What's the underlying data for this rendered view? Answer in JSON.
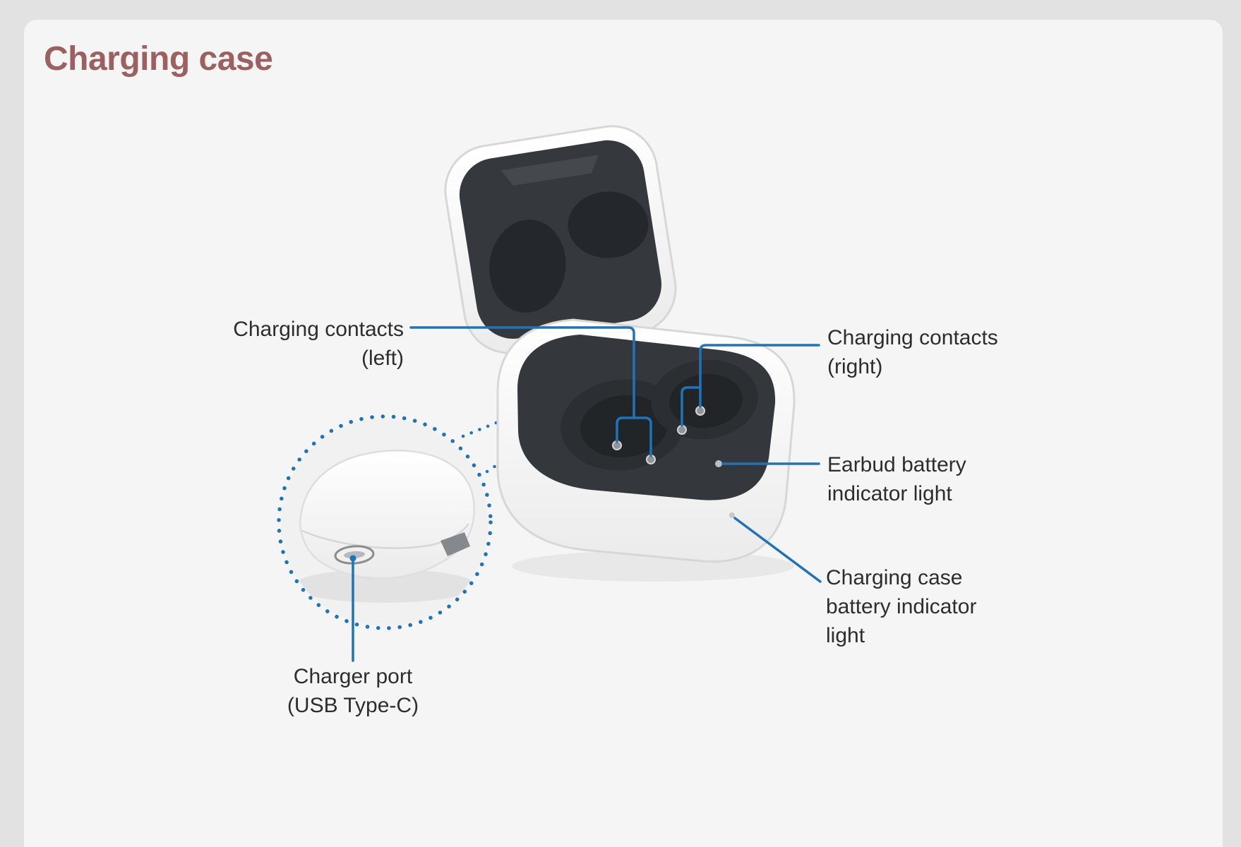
{
  "page": {
    "title": "Charging case"
  },
  "diagram": {
    "labels": {
      "contacts_left": {
        "line1": "Charging contacts",
        "line2": "(left)"
      },
      "contacts_right": {
        "line1": "Charging contacts",
        "line2": "(right)"
      },
      "earbud_indicator": {
        "line1": "Earbud battery",
        "line2": "indicator light"
      },
      "case_indicator": {
        "line1": "Charging case",
        "line2": "battery indicator",
        "line3": "light"
      },
      "charger_port": {
        "line1": "Charger port",
        "line2": "(USB Type-C)"
      }
    },
    "colors": {
      "callout_blue": "#2173b8",
      "title_color": "#9c6060",
      "case_interior_dark": "#34373b",
      "background": "#f5f5f5"
    }
  }
}
